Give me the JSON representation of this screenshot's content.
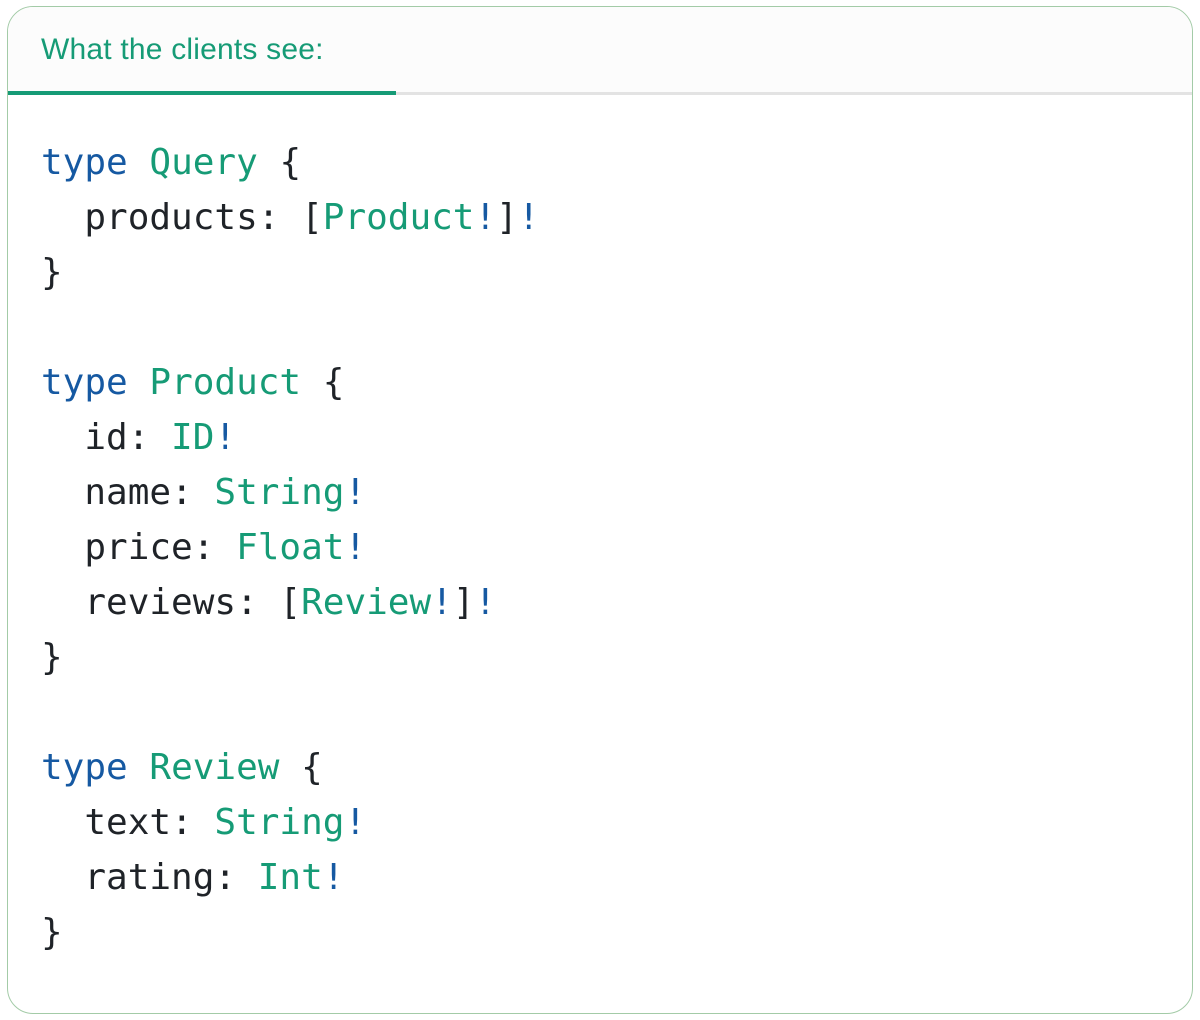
{
  "panel": {
    "tab_label": "What the clients see:"
  },
  "colors": {
    "accent_teal": "#169b76",
    "keyword_blue": "#1659a2",
    "code_text": "#1f2328",
    "divider_gray": "#e3e3e3",
    "card_border": "#a3cba7",
    "header_bg": "#fcfcfc"
  },
  "code": {
    "lines": [
      [
        {
          "t": "type",
          "c": "k"
        },
        {
          "t": " ",
          "c": "p"
        },
        {
          "t": "Query",
          "c": "t"
        },
        {
          "t": " {",
          "c": "p"
        }
      ],
      [
        {
          "t": "  products: [",
          "c": "p"
        },
        {
          "t": "Product",
          "c": "t"
        },
        {
          "t": "!",
          "c": "b"
        },
        {
          "t": "]",
          "c": "p"
        },
        {
          "t": "!",
          "c": "b"
        }
      ],
      [
        {
          "t": "}",
          "c": "p"
        }
      ],
      [],
      [
        {
          "t": "type",
          "c": "k"
        },
        {
          "t": " ",
          "c": "p"
        },
        {
          "t": "Product",
          "c": "t"
        },
        {
          "t": " {",
          "c": "p"
        }
      ],
      [
        {
          "t": "  id: ",
          "c": "p"
        },
        {
          "t": "ID",
          "c": "t"
        },
        {
          "t": "!",
          "c": "b"
        }
      ],
      [
        {
          "t": "  name: ",
          "c": "p"
        },
        {
          "t": "String",
          "c": "t"
        },
        {
          "t": "!",
          "c": "b"
        }
      ],
      [
        {
          "t": "  price: ",
          "c": "p"
        },
        {
          "t": "Float",
          "c": "t"
        },
        {
          "t": "!",
          "c": "b"
        }
      ],
      [
        {
          "t": "  reviews: [",
          "c": "p"
        },
        {
          "t": "Review",
          "c": "t"
        },
        {
          "t": "!",
          "c": "b"
        },
        {
          "t": "]",
          "c": "p"
        },
        {
          "t": "!",
          "c": "b"
        }
      ],
      [
        {
          "t": "}",
          "c": "p"
        }
      ],
      [],
      [
        {
          "t": "type",
          "c": "k"
        },
        {
          "t": " ",
          "c": "p"
        },
        {
          "t": "Review",
          "c": "t"
        },
        {
          "t": " {",
          "c": "p"
        }
      ],
      [
        {
          "t": "  text: ",
          "c": "p"
        },
        {
          "t": "String",
          "c": "t"
        },
        {
          "t": "!",
          "c": "b"
        }
      ],
      [
        {
          "t": "  rating: ",
          "c": "p"
        },
        {
          "t": "Int",
          "c": "t"
        },
        {
          "t": "!",
          "c": "b"
        }
      ],
      [
        {
          "t": "}",
          "c": "p"
        }
      ]
    ]
  }
}
